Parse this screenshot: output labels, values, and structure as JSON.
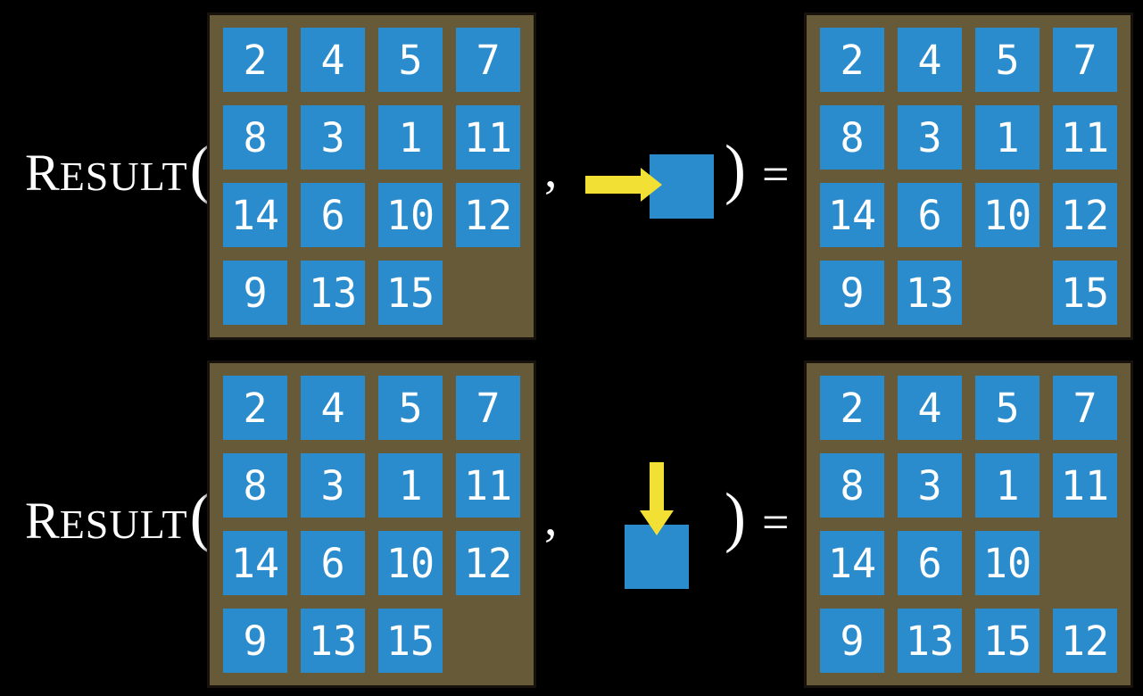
{
  "figure": {
    "description": "Two RESULT-function examples on a 15-puzzle state: sliding a tile right and sliding a tile down",
    "colors": {
      "background": "#000000",
      "board_brown": "#665a39",
      "frame_border": "#17130c",
      "tile_blue": "#2a8bcd",
      "arrow_yellow": "#f2e034",
      "text_white": "#ffffff"
    },
    "labels": {
      "result_cap": "R",
      "result_rest": "ESULT",
      "open_paren": "(",
      "comma": ",",
      "close_paren": ")",
      "equals": "="
    },
    "rows": [
      {
        "name": "move-right-example",
        "operation": "slide-tile-right",
        "arrow_direction": "right",
        "input_grid": [
          [
            "2",
            "4",
            "5",
            "7"
          ],
          [
            "8",
            "3",
            "1",
            "11"
          ],
          [
            "14",
            "6",
            "10",
            "12"
          ],
          [
            "9",
            "13",
            "15",
            ""
          ]
        ],
        "output_grid": [
          [
            "2",
            "4",
            "5",
            "7"
          ],
          [
            "8",
            "3",
            "1",
            "11"
          ],
          [
            "14",
            "6",
            "10",
            "12"
          ],
          [
            "9",
            "13",
            "",
            "15"
          ]
        ]
      },
      {
        "name": "move-down-example",
        "operation": "slide-tile-down",
        "arrow_direction": "down",
        "input_grid": [
          [
            "2",
            "4",
            "5",
            "7"
          ],
          [
            "8",
            "3",
            "1",
            "11"
          ],
          [
            "14",
            "6",
            "10",
            "12"
          ],
          [
            "9",
            "13",
            "15",
            ""
          ]
        ],
        "output_grid": [
          [
            "2",
            "4",
            "5",
            "7"
          ],
          [
            "8",
            "3",
            "1",
            "11"
          ],
          [
            "14",
            "6",
            "10",
            ""
          ],
          [
            "9",
            "13",
            "15",
            "12"
          ]
        ]
      }
    ]
  }
}
